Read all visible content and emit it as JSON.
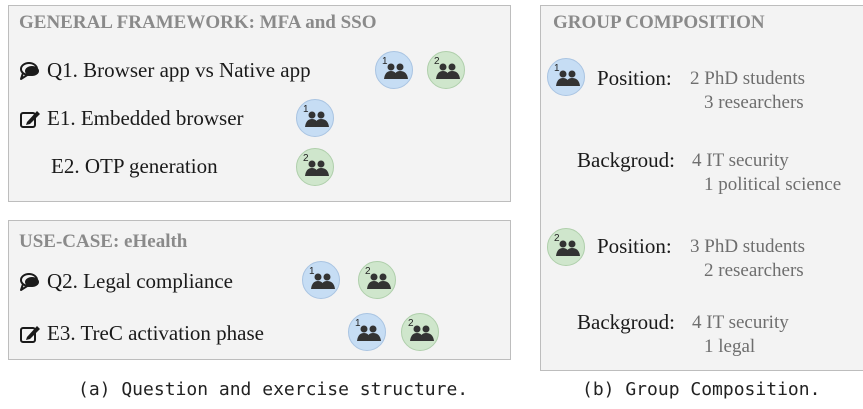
{
  "left": {
    "general": {
      "title": "GENERAL FRAMEWORK: MFA and SSO",
      "items": [
        {
          "icon": "speech-bubble-icon",
          "text": "Q1. Browser app vs Native app",
          "groups": [
            1,
            2
          ]
        },
        {
          "icon": "edit-icon",
          "text": "E1. Embedded browser",
          "groups": [
            1
          ]
        },
        {
          "icon": "",
          "text": "E2. OTP generation",
          "groups": [
            2
          ]
        }
      ]
    },
    "usecase": {
      "title": "USE-CASE: eHealth",
      "items": [
        {
          "icon": "speech-bubble-icon",
          "text": "Q2. Legal compliance",
          "groups": [
            1,
            2
          ]
        },
        {
          "icon": "edit-icon",
          "text": "E3. TreC activation phase",
          "groups": [
            1,
            2
          ]
        }
      ]
    },
    "caption": "(a) Question and exercise structure."
  },
  "right": {
    "title": "GROUP COMPOSITION",
    "groups": [
      {
        "number": "1",
        "position_label": "Position:",
        "position_lines": [
          "2 PhD students",
          "3 researchers"
        ],
        "background_label": "Backgroud:",
        "background_lines": [
          "4 IT security",
          "1 political science"
        ]
      },
      {
        "number": "2",
        "position_label": "Position:",
        "position_lines": [
          "3 PhD students",
          "2 researchers"
        ],
        "background_label": "Backgroud:",
        "background_lines": [
          "4 IT security",
          "1 legal"
        ]
      }
    ],
    "caption": "(b) Group Composition."
  },
  "colors": {
    "group1": "#c6ddf4",
    "group2": "#cfe6cc",
    "panel": "#f3f3f3",
    "title_gray": "#8a8a8a"
  }
}
